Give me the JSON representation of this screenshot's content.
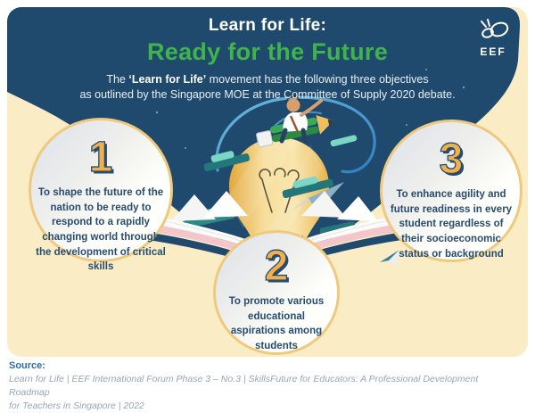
{
  "header": {
    "title_line1": "Learn for Life:",
    "title_line2": "Ready for the Future",
    "subtitle_prefix": "The ",
    "subtitle_bold": "‘Learn for Life’",
    "subtitle_suffix": " movement has the following three objectives",
    "subtitle_line2": "as outlined by the Singapore MOE at the Committee of Supply 2020 debate."
  },
  "logo": {
    "text": "EEF"
  },
  "objectives": [
    {
      "number": "1",
      "text": "To shape the future of the nation to be ready to respond to a rapidly changing world through the development of critical skills"
    },
    {
      "number": "2",
      "text": "To promote various educational aspirations among students"
    },
    {
      "number": "3",
      "text": "To enhance agility and future readiness in every student regardless of their socioeconomic status or background"
    }
  ],
  "source": {
    "label": "Source:",
    "line1": "Learn for Life | EEF International Forum Phase 3 – No.3 | SkillsFuture for Educators: A Professional Development Roadmap",
    "line2": "for Teachers in Singapore | 2022"
  },
  "colors": {
    "navy": "#1F4A6E",
    "cream": "#FAEDC6",
    "title_green": "#3FB549",
    "number_gold": "#F2B04C",
    "circle_border": "#EEC97E",
    "source_label_blue": "#2F6CAC",
    "book_pink": "#F3C6CC",
    "cloud_teal": "#23767A",
    "swoosh_blue": "#3E9ED9"
  }
}
